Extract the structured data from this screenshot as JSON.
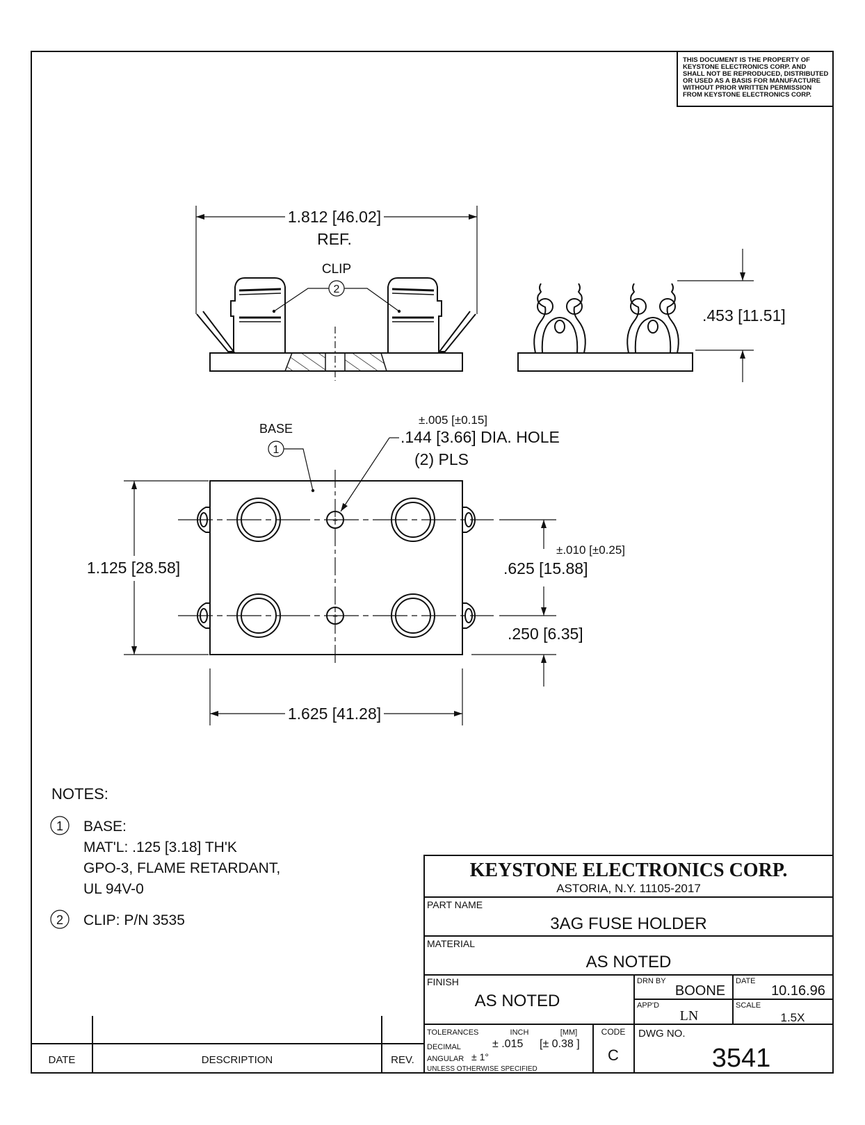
{
  "copyright_notice": [
    "THIS DOCUMENT IS THE PROPERTY OF",
    "KEYSTONE ELECTRONICS CORP. AND",
    "SHALL NOT BE REPRODUCED, DISTRIBUTED",
    "OR USED AS A BASIS FOR MANUFACTURE",
    "WITHOUT PRIOR WRITTEN PERMISSION",
    "FROM KEYSTONE ELECTRONICS CORP."
  ],
  "views": {
    "front": {
      "overall_width": "1.812 [46.02]",
      "overall_width_ref": "REF.",
      "clip_label": "CLIP",
      "clip_balloon": "2"
    },
    "side": {
      "height": ".453 [11.51]"
    },
    "top": {
      "base_label": "BASE",
      "base_balloon": "1",
      "hole_tolerance": "±.005 [±0.15]",
      "hole_dia": ".144 [3.66] DIA. HOLE",
      "hole_count": "(2) PLS",
      "height": "1.125 [28.58]",
      "spacing_tolerance": "±.010 [±0.25]",
      "spacing": ".625 [15.88]",
      "edge_offset": ".250 [6.35]",
      "width": "1.625 [41.28]"
    }
  },
  "notes": {
    "heading": "NOTES:",
    "items": [
      {
        "balloon": "1",
        "lines": [
          "BASE:",
          "MAT'L: .125 [3.18] TH'K",
          "GPO-3, FLAME RETARDANT,",
          "UL 94V-0"
        ]
      },
      {
        "balloon": "2",
        "lines": [
          "CLIP: P/N 3535"
        ]
      }
    ]
  },
  "revision_block": {
    "date_label": "DATE",
    "description_label": "DESCRIPTION",
    "rev_label": "REV."
  },
  "title_block": {
    "company": "KEYSTONE ELECTRONICS CORP.",
    "address": "ASTORIA, N.Y. 11105-2017",
    "part_name_label": "PART NAME",
    "part_name": "3AG FUSE HOLDER",
    "material_label": "MATERIAL",
    "material": "AS NOTED",
    "finish_label": "FINISH",
    "finish": "AS NOTED",
    "drn_by_label": "DRN BY",
    "drn_by": "BOONE",
    "date_label": "DATE",
    "date": "10.16.96",
    "appd_label": "APP'D",
    "appd": "LN",
    "scale_label": "SCALE",
    "scale": "1.5X",
    "tolerances_label": "TOLERANCES",
    "inch_label": "INCH",
    "mm_label": "[MM]",
    "decimal_label": "DECIMAL",
    "decimal_tol": "± .015",
    "decimal_tol_mm": "[± 0.38 ]",
    "angular_label": "ANGULAR",
    "angular_tol": "± 1°",
    "unless_label": "UNLESS OTHERWISE SPECIFIED",
    "code_label": "CODE",
    "code": "C",
    "dwg_no_label": "DWG NO.",
    "dwg_no": "3541"
  }
}
